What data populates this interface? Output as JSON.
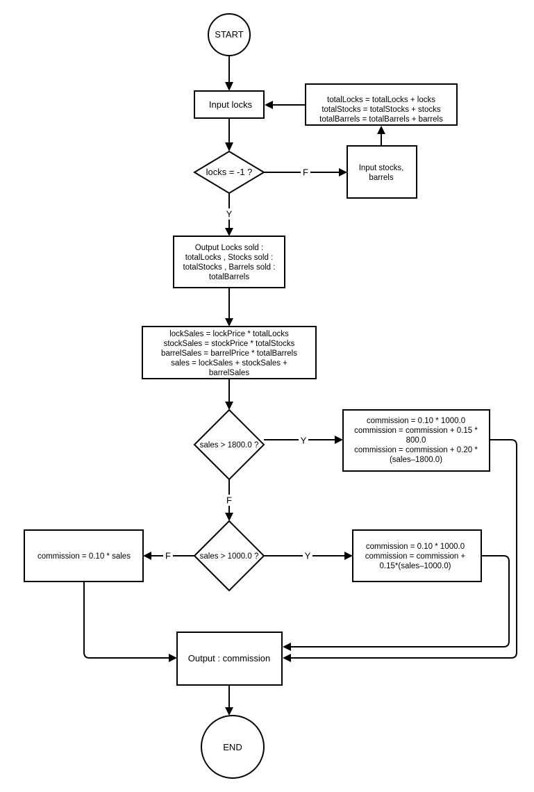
{
  "nodes": {
    "start": {
      "lines": [
        "START"
      ]
    },
    "input_locks": {
      "lines": [
        "Input locks"
      ]
    },
    "update_totals": {
      "lines": [
        "totalLocks = totalLocks + locks",
        "totalStocks = totalStocks + stocks",
        "totalBarrels = totalBarrels + barrels"
      ]
    },
    "check_locks": {
      "lines": [
        "locks = -1 ?"
      ]
    },
    "input_stocks": {
      "lines": [
        "Input  stocks,",
        "barrels"
      ]
    },
    "output_sold": {
      "lines": [
        "Output  Locks sold :",
        "totalLocks , Stocks sold :",
        "totalStocks , Barrels sold :",
        "totalBarrels"
      ]
    },
    "compute_sales": {
      "lines": [
        "lockSales = lockPrice * totalLocks",
        "stockSales = stockPrice * totalStocks",
        "barrelSales = barrelPrice * totalBarrels",
        "sales = lockSales + stockSales +",
        "barrelSales"
      ]
    },
    "check_1800": {
      "lines": [
        "sales > 1800.0 ?"
      ]
    },
    "commission_high": {
      "lines": [
        "commission = 0.10 * 1000.0",
        "commission = commission + 0.15 *",
        "800.0",
        "commission = commission + 0.20 *",
        "(sales–1800.0)"
      ]
    },
    "check_1000": {
      "lines": [
        "sales > 1000.0 ?"
      ]
    },
    "commission_low": {
      "lines": [
        "commission = 0.10 * sales"
      ]
    },
    "commission_mid": {
      "lines": [
        "commission = 0.10 * 1000.0",
        "commission = commission +",
        "0.15*(sales–1000.0)"
      ]
    },
    "output_commission": {
      "lines": [
        "Output : commission"
      ]
    },
    "end": {
      "lines": [
        "END"
      ]
    }
  },
  "edge_labels": {
    "locks_false": "F",
    "locks_true": "Y",
    "s1800_true": "Y",
    "s1800_false": "F",
    "s1000_false": "F",
    "s1000_true": "Y"
  }
}
